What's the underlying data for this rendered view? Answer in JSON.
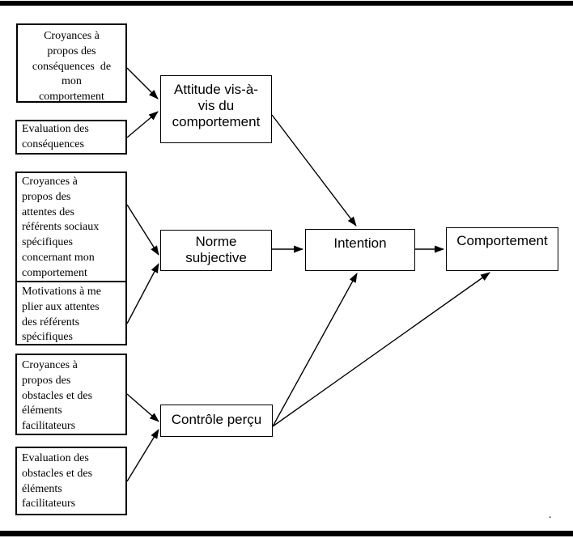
{
  "figure": {
    "kind": "flowchart",
    "background": "#ffffff",
    "line_color": "#000000",
    "nodes": {
      "croyances_consequences": {
        "label": "Croyances à\npropos des\nconséquences  de\nmon\ncomportement"
      },
      "evaluation_consequences": {
        "label": "Evaluation des\nconséquences"
      },
      "croyances_attentes": {
        "label": "Croyances à\npropos des\nattentes des\nréférents sociaux\nspécifiques\nconcernant mon\ncomportement"
      },
      "motivations": {
        "label": "Motivations à me\nplier aux attentes\ndes référents\nspécifiques"
      },
      "croyances_obstacles": {
        "label": "Croyances à\npropos des\nobstacles et des\néléments\nfacilitateurs"
      },
      "evaluation_obstacles": {
        "label": "Evaluation des\nobstacles et des\néléments\nfacilitateurs"
      },
      "attitude": {
        "label": "Attitude vis-à-\nvis du\ncomportement"
      },
      "norme": {
        "label": "Norme\nsubjective"
      },
      "controle": {
        "label": "Contrôle perçu"
      },
      "intention": {
        "label": "Intention"
      },
      "comportement": {
        "label": "Comportement"
      }
    },
    "edges": [
      {
        "from": "croyances_consequences",
        "to": "attitude"
      },
      {
        "from": "evaluation_consequences",
        "to": "attitude"
      },
      {
        "from": "croyances_attentes",
        "to": "norme"
      },
      {
        "from": "motivations",
        "to": "norme"
      },
      {
        "from": "croyances_obstacles",
        "to": "controle"
      },
      {
        "from": "evaluation_obstacles",
        "to": "controle"
      },
      {
        "from": "attitude",
        "to": "intention"
      },
      {
        "from": "norme",
        "to": "intention"
      },
      {
        "from": "controle",
        "to": "intention"
      },
      {
        "from": "controle",
        "to": "comportement"
      },
      {
        "from": "intention",
        "to": "comportement"
      }
    ],
    "stray_mark": "."
  }
}
